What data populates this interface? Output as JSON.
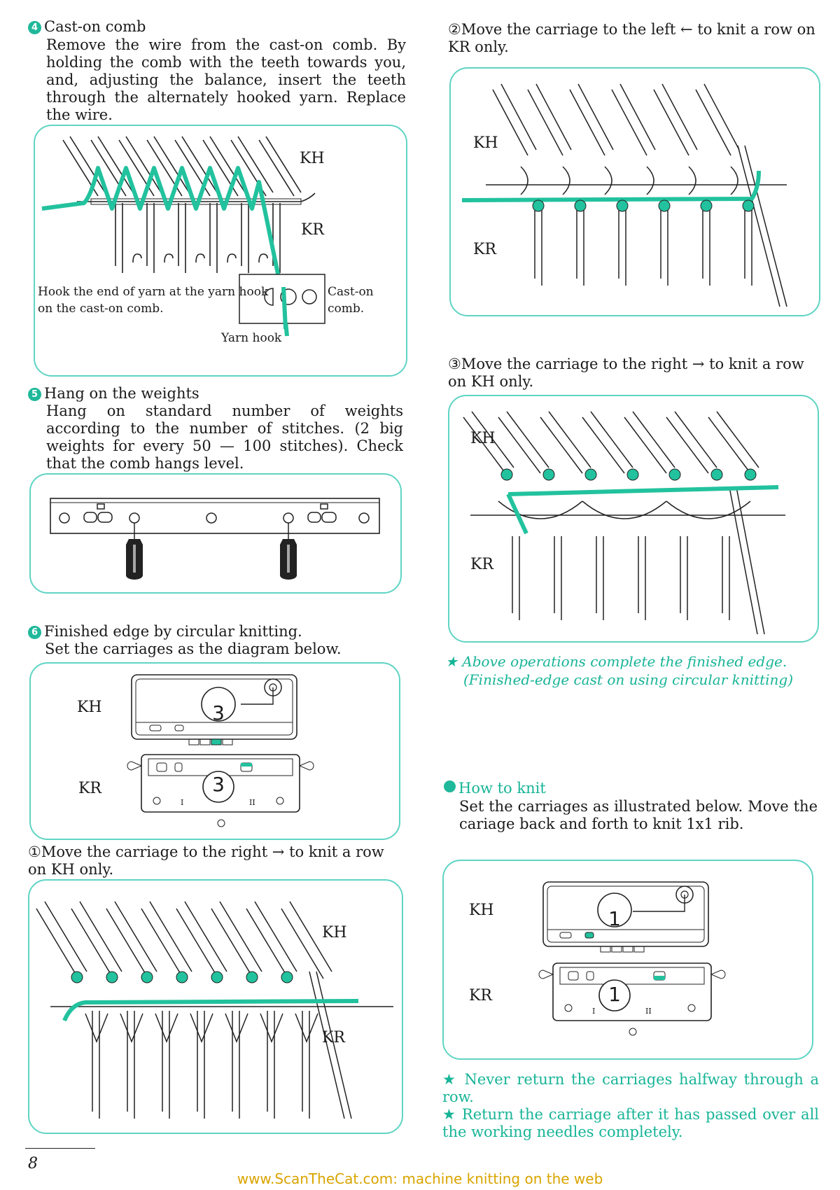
{
  "section4": {
    "number": "4",
    "title": "Cast-on comb",
    "body": "Remove the wire from the cast-on comb. By holding the comb with the teeth towards you, and, adjusting the balance, insert the teeth through the alternately hooked yarn. Replace the wire.",
    "fig": {
      "kh": "KH",
      "kr": "KR",
      "hook_note_1": "Hook the end of yarn at the yarn hook",
      "hook_note_2": "on the cast-on comb.",
      "comb_1": "Cast-on",
      "comb_2": "comb.",
      "yarn_hook": "Yarn hook"
    }
  },
  "section5": {
    "number": "5",
    "title": "Hang on the weights",
    "body": "Hang on standard number of weights according to the number of stitches. (2 big weights for every 50 — 100 stitches). Check that the comb hangs level."
  },
  "section6": {
    "number": "6",
    "title": "Finished edge by circular knitting.",
    "body": "Set the carriages as the diagram below.",
    "fig": {
      "kh": "KH",
      "kr": "KR",
      "kh_dial": "3",
      "kr_dial": "3",
      "pos1": "I",
      "pos2": "II"
    }
  },
  "step1": {
    "text": "①Move the carriage to the right → to knit a row on KH only.",
    "kh": "KH",
    "kr": "KR"
  },
  "step2": {
    "text": "②Move the carriage to the left ← to knit a row on KR only.",
    "kh": "KH",
    "kr": "KR"
  },
  "step3": {
    "text": "③Move the carriage to the right → to knit a row on KH only.",
    "kh": "KH",
    "kr": "KR"
  },
  "note_finished": {
    "line1": "★ Above operations complete the finished edge.",
    "line2": "(Finished-edge cast on using circular knitting)"
  },
  "how_to_knit": {
    "title": "How to knit",
    "body": "Set the carriages as illustrated below. Move the cariage back and forth to knit 1x1 rib.",
    "fig": {
      "kh": "KH",
      "kr": "KR",
      "kh_dial": "1",
      "kr_dial": "1",
      "pos1": "I",
      "pos2": "II"
    }
  },
  "notes": [
    "★ Never return the carriages halfway through a row.",
    "★ Return the carriage after it has passed over all the working needles completely."
  ],
  "page_number": "8",
  "footer": "www.ScanTheCat.com: machine knitting on the web",
  "colors": {
    "accent": "#17b497",
    "panel_border": "#5fd4c4",
    "yarn": "#22c29e"
  }
}
